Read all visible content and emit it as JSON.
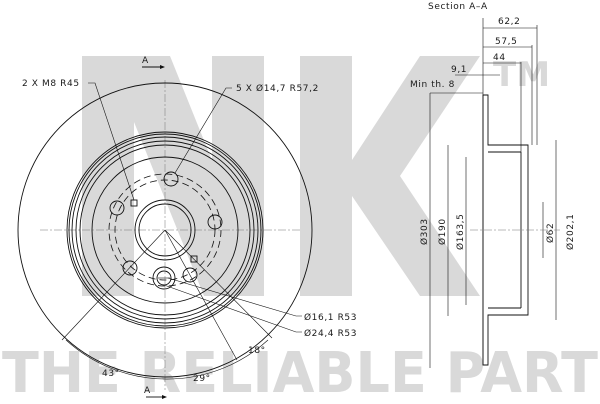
{
  "watermark": {
    "brand": "NK",
    "trademark": "TM",
    "tagline": "THE RELIABLE PART",
    "color": "#d9d9d9"
  },
  "front_view": {
    "section_marker_top": "A",
    "section_marker_bottom": "A",
    "callouts": {
      "threaded_holes": "2 X M8 R45",
      "bolt_holes": "5 X Ø14,7 R57,2",
      "hole_small": "Ø16,1 R53",
      "hole_large": "Ø24,4 R53"
    },
    "angles": {
      "left": "43°",
      "middle": "29°",
      "right": "18°"
    }
  },
  "section_view": {
    "title": "Section A–A",
    "widths": {
      "overall": "62,2",
      "hat_depth": "57,5",
      "inner": "44",
      "disc_thickness": "9,1"
    },
    "min_thickness": "Min th. 8",
    "diameters": {
      "outer": "Ø303",
      "d190": "Ø190",
      "d163": "Ø163,5",
      "center_bore": "Ø62",
      "hat_outer": "Ø202,1"
    }
  }
}
